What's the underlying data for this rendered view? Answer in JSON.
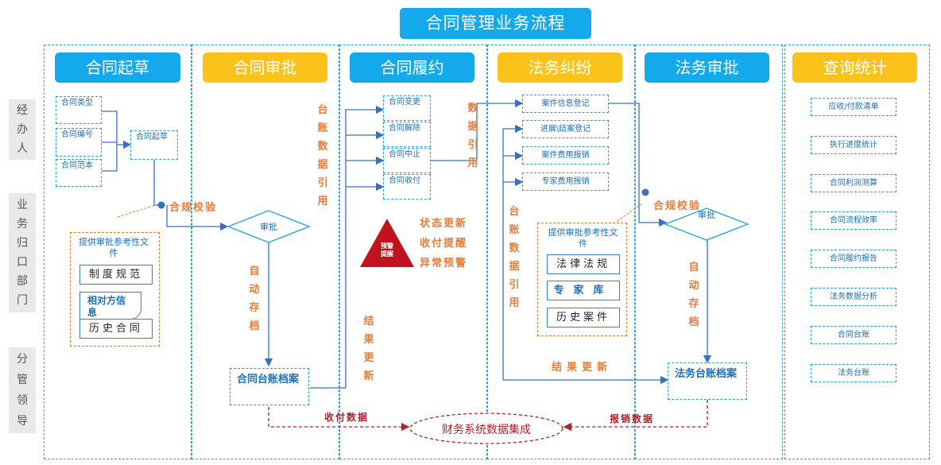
{
  "title": "合同管理业务流程",
  "lanes": [
    "经办人",
    "业务归口部门",
    "分管领导"
  ],
  "columns": [
    {
      "label": "合同起草",
      "color": "#14a9ea"
    },
    {
      "label": "合同审批",
      "color": "#fbc21a"
    },
    {
      "label": "合同履约",
      "color": "#14a9ea"
    },
    {
      "label": "法务纠纷",
      "color": "#fbc21a"
    },
    {
      "label": "法务审批",
      "color": "#14a9ea"
    },
    {
      "label": "查询统计",
      "color": "#fbc21a"
    }
  ],
  "draft": {
    "items": [
      "合同类型",
      "合同编号",
      "合同范本"
    ],
    "draft_box": "合同起草",
    "compliance": "合规校验",
    "ref_title": "提供审批参考性文件",
    "refs": [
      "制度规范",
      "相对方信息",
      "历史合同"
    ]
  },
  "approval": {
    "decision": "审批",
    "ledger_ref": "台账数据引用",
    "auto_archive": "自动存档",
    "archive": "合同台账档案"
  },
  "perform": {
    "items": [
      "合同变更",
      "合同解除",
      "合同中止",
      "合同收付"
    ],
    "warning_icon": "预警提醒",
    "warnings": [
      "状态更新",
      "收付提醒",
      "异常预警"
    ],
    "result_update": "结果更新",
    "data_ref": "数据引用"
  },
  "dispute": {
    "items": [
      "案件信息登记",
      "进展\\结案登记",
      "案件费用报销",
      "专家费用报销"
    ],
    "ledger_ref": "台账数据引用",
    "ref_title": "提供审批参考性文件",
    "refs": [
      "法律法规",
      "专家库",
      "历史案件"
    ],
    "result_update": "结果更新"
  },
  "legal_approval": {
    "compliance": "合规校验",
    "decision": "审批",
    "auto_archive": "自动存档",
    "archive": "法务台账档案"
  },
  "query": {
    "items": [
      "应收/付款清单",
      "执行进度统计",
      "合同利润测算",
      "合同流程效率",
      "合同履约报告",
      "法务数据分析",
      "合同台账",
      "法务台账"
    ]
  },
  "bottom": {
    "finance": "财务系统数据集成",
    "payment_data": "收付数据",
    "expense_data": "报销数据"
  },
  "colors": {
    "accent_blue": "#14a9ea",
    "accent_gold": "#fbc21a",
    "line_blue": "#3b6fc4",
    "orange": "#e67d3b",
    "dark_red": "#b0202a"
  }
}
